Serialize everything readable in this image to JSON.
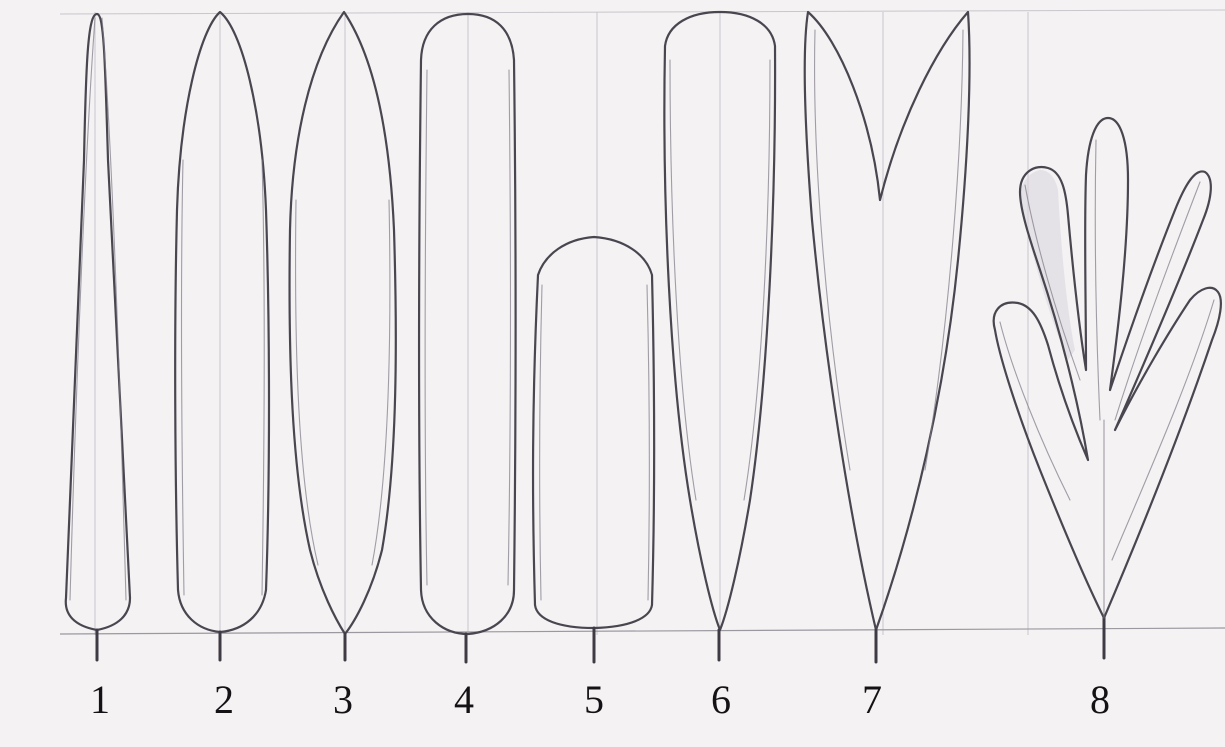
{
  "shapes": [
    {
      "label": "1"
    },
    {
      "label": "2"
    },
    {
      "label": "3"
    },
    {
      "label": "4"
    },
    {
      "label": "5"
    },
    {
      "label": "6"
    },
    {
      "label": "7"
    },
    {
      "label": "8"
    }
  ],
  "colors": {
    "paper": "#f4f2f3",
    "pencil": "#4a4650",
    "guides": "#c9c6cc"
  }
}
